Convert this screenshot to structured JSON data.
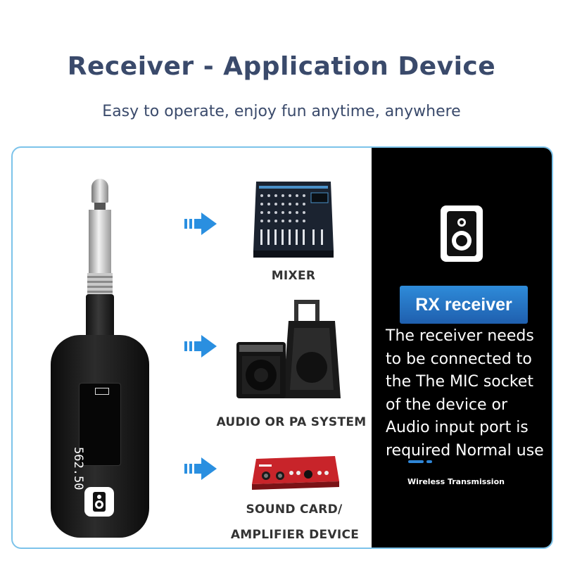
{
  "header": {
    "title": "Receiver - Application Device",
    "subtitle": "Easy to operate, enjoy fun anytime, anywhere"
  },
  "device": {
    "screen_text": "562.50",
    "badge_icon": "speaker-icon"
  },
  "applications": [
    {
      "label": "MIXER",
      "icon": "mixer-console"
    },
    {
      "label": "AUDIO OR PA SYSTEM",
      "icon": "guitar-amp-and-pa-speaker"
    },
    {
      "label_line1": "SOUND CARD/",
      "label_line2": "AMPLIFIER DEVICE",
      "icon": "audio-interface"
    }
  ],
  "info_panel": {
    "icon": "speaker-icon",
    "badge": "RX receiver",
    "description": "The receiver needs\nto be connected to\nthe The MIC socket\nof the device or\nAudio input port is\nrequired  Normal use",
    "footer": "Wireless Transmission"
  },
  "colors": {
    "title": "#3a4a6b",
    "border": "#7cc3ea",
    "accent_blue": "#2f86d6",
    "arrow_blue": "#2a8fe0",
    "dark_panel": "#000000"
  }
}
